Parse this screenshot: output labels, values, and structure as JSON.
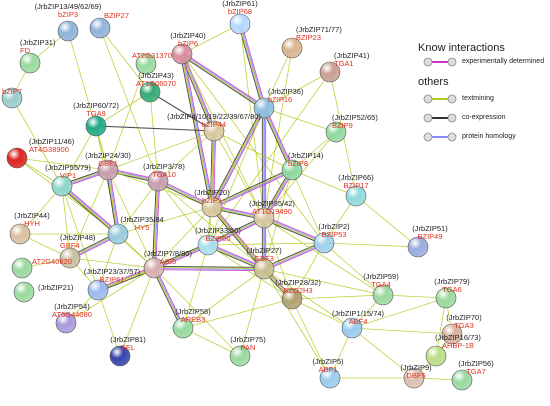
{
  "legend": {
    "known_title": "Know interactions",
    "known_items": [
      {
        "label": "experimentally  determined",
        "color": "#cc33cc"
      }
    ],
    "others_title": "others",
    "other_items": [
      {
        "label": "textmining",
        "color": "#b5c91e"
      },
      {
        "label": "co-expression",
        "color": "#333333"
      },
      {
        "label": "protein homology",
        "color": "#8888ff"
      }
    ]
  },
  "nodes": [
    {
      "id": "n1",
      "line1": "(JrbZIP13/49/62/69)",
      "line2": "bZIP3",
      "color": "#8fb3d9"
    },
    {
      "id": "n2",
      "line1": "",
      "line2": "BZIP27",
      "color": "#8fb3d9"
    },
    {
      "id": "n3",
      "line1": "(JrbZIP61)",
      "line2": "bZIP68",
      "color": "#b3d9ff"
    },
    {
      "id": "n4",
      "line1": "(JrbZIP31)",
      "line2": "FD",
      "color": "#99d99f"
    },
    {
      "id": "n5",
      "line1": "(JrbZIP40)",
      "line2": "bZIP6",
      "color": "#d98f9f"
    },
    {
      "id": "n6",
      "line1": "(JrbZIP71/77)",
      "line2": "BZIP23",
      "color": "#d9b38f"
    },
    {
      "id": "n7",
      "line1": "(JrbZIP41)",
      "line2": "TGA1",
      "color": "#c9a090"
    },
    {
      "id": "n8",
      "line1": "",
      "line2": "AT2G31370",
      "color": "#99d99f"
    },
    {
      "id": "n9",
      "line1": "(JrbZIP43)",
      "line2": "AT1G06070",
      "color": "#33aa77"
    },
    {
      "id": "n10",
      "line1": "",
      "line2": "bZIP7",
      "color": "#99cccc"
    },
    {
      "id": "n11",
      "line1": "(JrbZIP60/72)",
      "line2": "TGA9",
      "color": "#22aa88"
    },
    {
      "id": "n12",
      "line1": "(JrbZIP36)",
      "line2": "bZIP16",
      "color": "#8fc0e0"
    },
    {
      "id": "n13",
      "line1": "(JrbZIP4/10/19/22/39/67/80)",
      "line2": "bZIP44",
      "color": "#d9c9a0"
    },
    {
      "id": "n14",
      "line1": "(JrbZIP52/65)",
      "line2": "BZIP9",
      "color": "#8fd9a0"
    },
    {
      "id": "n15",
      "line1": "(JrbZIP11/46)",
      "line2": "AT4G38900",
      "color": "#dd2222"
    },
    {
      "id": "n16",
      "line1": "(JrbZIP24/30)",
      "line2": "GBF1",
      "color": "#c9a0b0"
    },
    {
      "id": "n17",
      "line1": "(JrbZIP3/78)",
      "line2": "TGA10",
      "color": "#c9a0b0"
    },
    {
      "id": "n18",
      "line1": "(JrbZIP14)",
      "line2": "bZIP8",
      "color": "#8fd9a0"
    },
    {
      "id": "n19",
      "line1": "(JrbZIP55/79)",
      "line2": "VIP1",
      "color": "#8fd9cc"
    },
    {
      "id": "n20",
      "line1": "(JrbZIP20)",
      "line2": "bZIP1",
      "color": "#d9c9a0"
    },
    {
      "id": "n21",
      "line1": "(JrbZIP66)",
      "line2": "BZIP17",
      "color": "#8fd9dd"
    },
    {
      "id": "n22",
      "line1": "(JrbZIP35/42)",
      "line2": "AT1G19490",
      "color": "#d9c9a0"
    },
    {
      "id": "n23",
      "line1": "(JrbZIP44)",
      "line2": "HYH",
      "color": "#d9c0a0"
    },
    {
      "id": "n24",
      "line1": "(JrbZIP35/84",
      "line2": "HY5",
      "color": "#99ccdd"
    },
    {
      "id": "n25",
      "line1": "(JrbZIP48)",
      "line2": "GBF4",
      "color": "#c9c0a0"
    },
    {
      "id": "n26",
      "line1": "(JrbZIP33/50)",
      "line2": "BZIP60",
      "color": "#aae0ee"
    },
    {
      "id": "n27",
      "line1": "(JrbZIP2)",
      "line2": "BZIP53",
      "color": "#a0d0ee"
    },
    {
      "id": "n28",
      "line1": "(JrbZIP51)",
      "line2": "BZIP49",
      "color": "#99aadd"
    },
    {
      "id": "n29",
      "line1": "(JrbZIP27)",
      "line2": "GBF3",
      "color": "#c9c090"
    },
    {
      "id": "n30",
      "line1": "",
      "line2": "AT2G40620",
      "color": "#99d99f"
    },
    {
      "id": "n31",
      "line1": "(JrbZIP21)",
      "line2": "",
      "color": "#99d99f"
    },
    {
      "id": "n32",
      "line1": "(JrbZIP23/37/57)",
      "line2": "BZIP61",
      "color": "#99bbee"
    },
    {
      "id": "n33",
      "line1": "(JrbZIP7/8/80)",
      "line2": "ABI5",
      "color": "#d9b0b0"
    },
    {
      "id": "n34",
      "line1": "(JrbZIP28/32)",
      "line2": "BZO2H3",
      "color": "#b0a070"
    },
    {
      "id": "n35",
      "line1": "(JrbZIP59)",
      "line2": "TGA4",
      "color": "#99d99f"
    },
    {
      "id": "n36",
      "line1": "(JrbZIP79)",
      "line2": "TGA6",
      "color": "#99d99f"
    },
    {
      "id": "n37",
      "line1": "(JrbZIP54)",
      "line2": "AT5G44080",
      "color": "#aa99dd"
    },
    {
      "id": "n38",
      "line1": "(JrbZIP58)",
      "line2": "AREB3",
      "color": "#99d99f"
    },
    {
      "id": "n39",
      "line1": "(JrbZIP1/15/74)",
      "line2": "ABF4",
      "color": "#99ccee"
    },
    {
      "id": "n40",
      "line1": "(JrbZIP70)",
      "line2": "TGA3",
      "color": "#d9b0a0"
    },
    {
      "id": "n41",
      "line1": "(JrbZIP81)",
      "line2": "EEL",
      "color": "#3344aa"
    },
    {
      "id": "n42",
      "line1": "(JrbZIP75)",
      "line2": "PAN",
      "color": "#99d99f"
    },
    {
      "id": "n43",
      "line1": "(JrbZIP5)",
      "line2": "ABF1",
      "color": "#99ccee"
    },
    {
      "id": "n44",
      "line1": "(JrbZIP16/73)",
      "line2": "AHBP-1B",
      "color": "#bbdd88"
    },
    {
      "id": "n45",
      "line1": "(JrbZIP9)",
      "line2": "DBF5",
      "color": "#d9c0b0"
    },
    {
      "id": "n46",
      "line1": "(JrbZIP56)",
      "line2": "TGA7",
      "color": "#99d99f"
    }
  ]
}
